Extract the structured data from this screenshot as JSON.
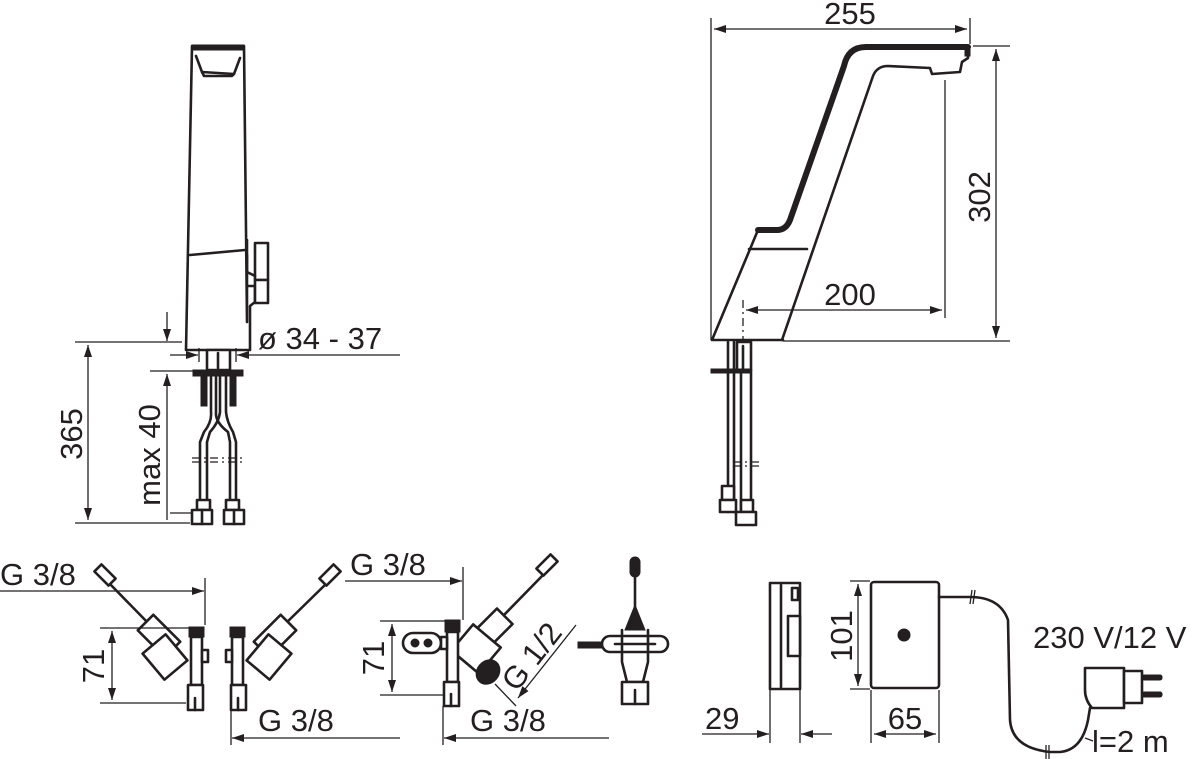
{
  "drawing": {
    "title": "Sensor basin faucet – dimension drawing",
    "color": "#231f20",
    "background": "#ffffff",
    "front_view": {
      "height_below_deck": "365",
      "max_deck_thickness": "max 40",
      "hole_diameter": "ø 34 - 37"
    },
    "side_view": {
      "total_reach": "255",
      "spout_height": "302",
      "spout_reach": "200"
    },
    "valve_views": [
      {
        "top_thread": "G 3/8",
        "height": "71",
        "bottom_thread": "G 3/8"
      },
      {
        "top_thread": "G 3/8",
        "height": "71",
        "angled_thread": "G 1/2",
        "bottom_thread": "G 3/8"
      }
    ],
    "control_box": {
      "depth": "29",
      "height": "101",
      "width": "65",
      "power_supply": "230 V/12 V",
      "cable_length": "l=2 m"
    }
  }
}
